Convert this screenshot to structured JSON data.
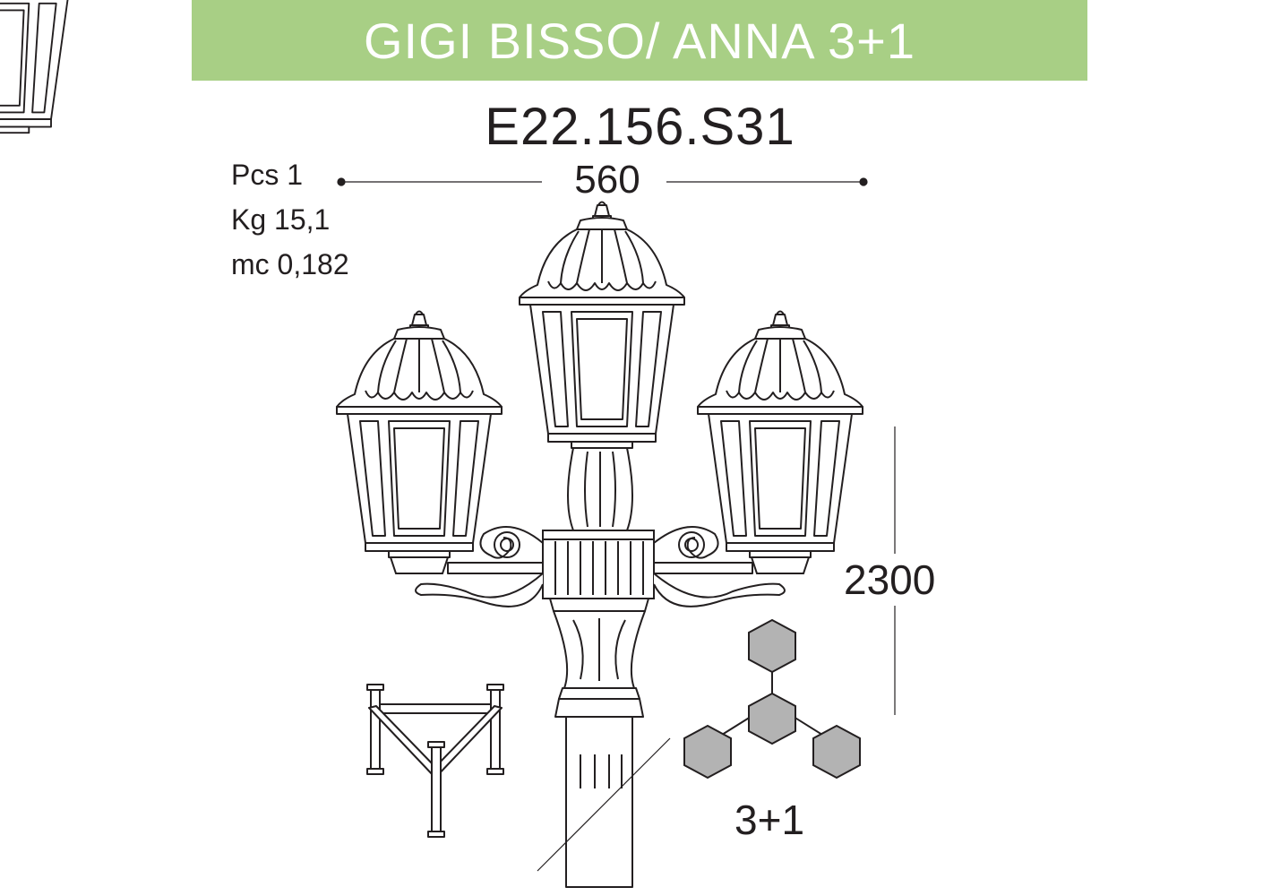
{
  "header": {
    "title": "GIGI BISSO/ ANNA 3+1"
  },
  "product": {
    "code": "E22.156.S31"
  },
  "specs": [
    {
      "label": "Pcs",
      "value": "1"
    },
    {
      "label": "Kg",
      "value": "15,1"
    },
    {
      "label": "mc",
      "value": "0,182"
    }
  ],
  "dimensions": {
    "width": "560",
    "height": "2300"
  },
  "configuration": {
    "label": "3+1"
  },
  "colors": {
    "banner": "#a8cf85",
    "line": "#231f20",
    "hex_fill": "#b3b3b3",
    "banner_text": "#ffffff"
  }
}
